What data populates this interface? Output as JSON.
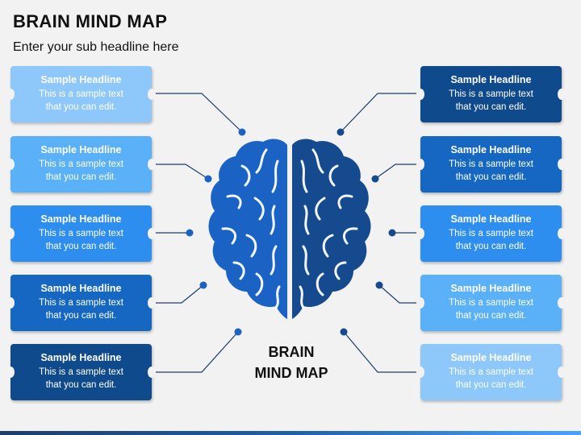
{
  "title": "BRAIN MIND MAP",
  "subtitle": "Enter your sub headline here",
  "center_label_line1": "BRAIN",
  "center_label_line2": "MIND MAP",
  "colors": {
    "brain_left": "#1a62c4",
    "brain_right": "#164a8f",
    "connector": "#1d3e66"
  },
  "left_boxes": [
    {
      "headline": "Sample Headline",
      "line1": "This is a sample text",
      "line2": "that you can edit.",
      "color": "#8ec8fa"
    },
    {
      "headline": "Sample Headline",
      "line1": "This is a sample text",
      "line2": "that you can edit.",
      "color": "#5ab1f7"
    },
    {
      "headline": "Sample Headline",
      "line1": "This is a sample text",
      "line2": "that you can edit.",
      "color": "#2e8ef0"
    },
    {
      "headline": "Sample Headline",
      "line1": "This is a sample text",
      "line2": "that you can edit.",
      "color": "#1667c2"
    },
    {
      "headline": "Sample Headline",
      "line1": "This is a sample text",
      "line2": "that you can edit.",
      "color": "#0f4a8c"
    }
  ],
  "right_boxes": [
    {
      "headline": "Sample Headline",
      "line1": "This is a sample text",
      "line2": "that you can edit.",
      "color": "#0f4a8c"
    },
    {
      "headline": "Sample Headline",
      "line1": "This is a sample text",
      "line2": "that you can edit.",
      "color": "#1667c2"
    },
    {
      "headline": "Sample Headline",
      "line1": "This is a sample text",
      "line2": "that you can edit.",
      "color": "#2e8ef0"
    },
    {
      "headline": "Sample Headline",
      "line1": "This is a sample text",
      "line2": "that you can edit.",
      "color": "#5ab1f7"
    },
    {
      "headline": "Sample Headline",
      "line1": "This is a sample text",
      "line2": "that you can edit.",
      "color": "#8ec8fa"
    }
  ]
}
